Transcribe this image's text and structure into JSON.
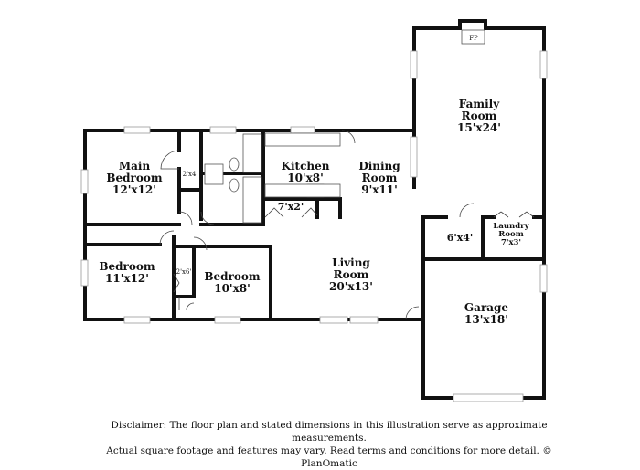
{
  "rooms": {
    "family": {
      "name1": "Family",
      "name2": "Room",
      "dim": "15'x24'"
    },
    "main_bedroom": {
      "name1": "Main",
      "name2": "Bedroom",
      "dim": "12'x12'"
    },
    "kitchen": {
      "name": "Kitchen",
      "dim": "10'x8'"
    },
    "dining": {
      "name1": "Dining",
      "name2": "Room",
      "dim": "9'x11'"
    },
    "bedroom_2": {
      "name": "Bedroom",
      "dim": "11'x12'"
    },
    "bedroom_3": {
      "name": "Bedroom",
      "dim": "10'x8'"
    },
    "living": {
      "name1": "Living",
      "name2": "Room",
      "dim": "20'x13'"
    },
    "laundry": {
      "name1": "Laundry",
      "name2": "Room",
      "dim": "7'x3'"
    },
    "garage": {
      "name": "Garage",
      "dim": "13'x18'"
    }
  },
  "labels": {
    "fireplace": "FP",
    "closet_main": "2'x4'",
    "pantry": "7'x2'",
    "closet_hall": "2'x6'",
    "entry": "6'x4'"
  },
  "disclaimer": {
    "line1": "Disclaimer: The floor plan and stated dimensions in this illustration serve as approximate measurements.",
    "line2": "Actual square footage and features may vary. Read terms and conditions for more detail. © PlanOmatic"
  }
}
